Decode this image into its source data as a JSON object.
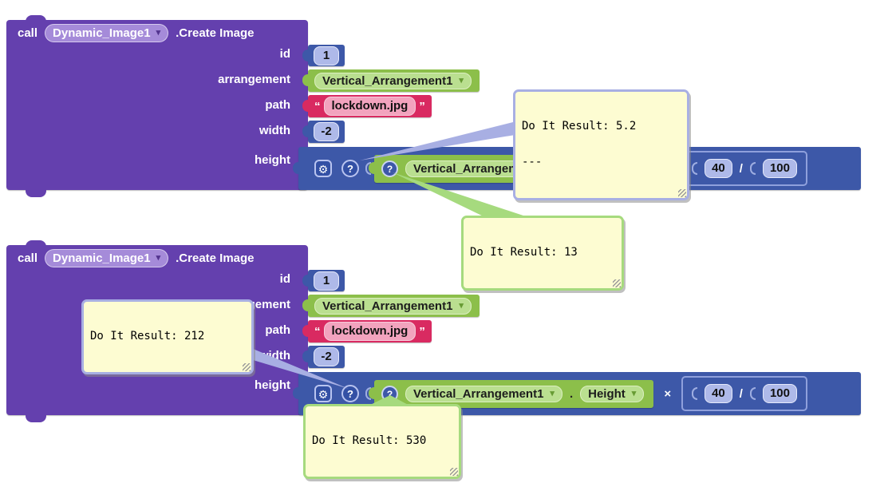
{
  "workspace": {
    "background": "#ffffff"
  },
  "block": {
    "call_label": "call",
    "component_dropdown": "Dynamic_Image1",
    "method_label": ".Create Image",
    "params": {
      "id": "id",
      "arrangement": "arrangement",
      "path": "path",
      "width": "width",
      "height": "height"
    },
    "values": {
      "id": "1",
      "arrangement": "Vertical_Arrangement1",
      "quote_open": "“",
      "quote_close": "”",
      "path": "lockdown.jpg",
      "width": "-2"
    },
    "height_expression": {
      "component_dropdown": "Vertical_Arrangement1",
      "dot": ".",
      "property_dropdown": "Height",
      "multiply": "×",
      "numerator": "40",
      "divide": "/",
      "denominator": "100"
    }
  },
  "tooltips": [
    {
      "line1": "Do It Result: 5.2",
      "line2": "---"
    },
    {
      "line1": "Do It Result: 13"
    },
    {
      "line1": "Do It Result: 212"
    },
    {
      "line1": "Do It Result: 530"
    }
  ],
  "icons": {
    "gear": "⚙",
    "question": "?",
    "dropdown_arrow": "▾"
  },
  "colors": {
    "block_purple": "#6440AE",
    "block_blue": "#3D58A8",
    "block_green": "#8CBF4A",
    "block_magenta": "#D92A61",
    "tooltip_fill": "#FDFCD2",
    "tooltip_border_blue": "#A8AFE3",
    "tooltip_border_green": "#A6DA7E"
  }
}
